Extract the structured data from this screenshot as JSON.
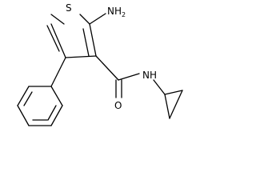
{
  "structure": {
    "atoms": [
      {
        "id": "S",
        "text": "S"
      },
      {
        "id": "N_amine",
        "text": "NH",
        "subscript": "2"
      },
      {
        "id": "O",
        "text": "O"
      },
      {
        "id": "N_amide",
        "text": "N"
      },
      {
        "id": "H_amide",
        "text": "H"
      }
    ]
  }
}
